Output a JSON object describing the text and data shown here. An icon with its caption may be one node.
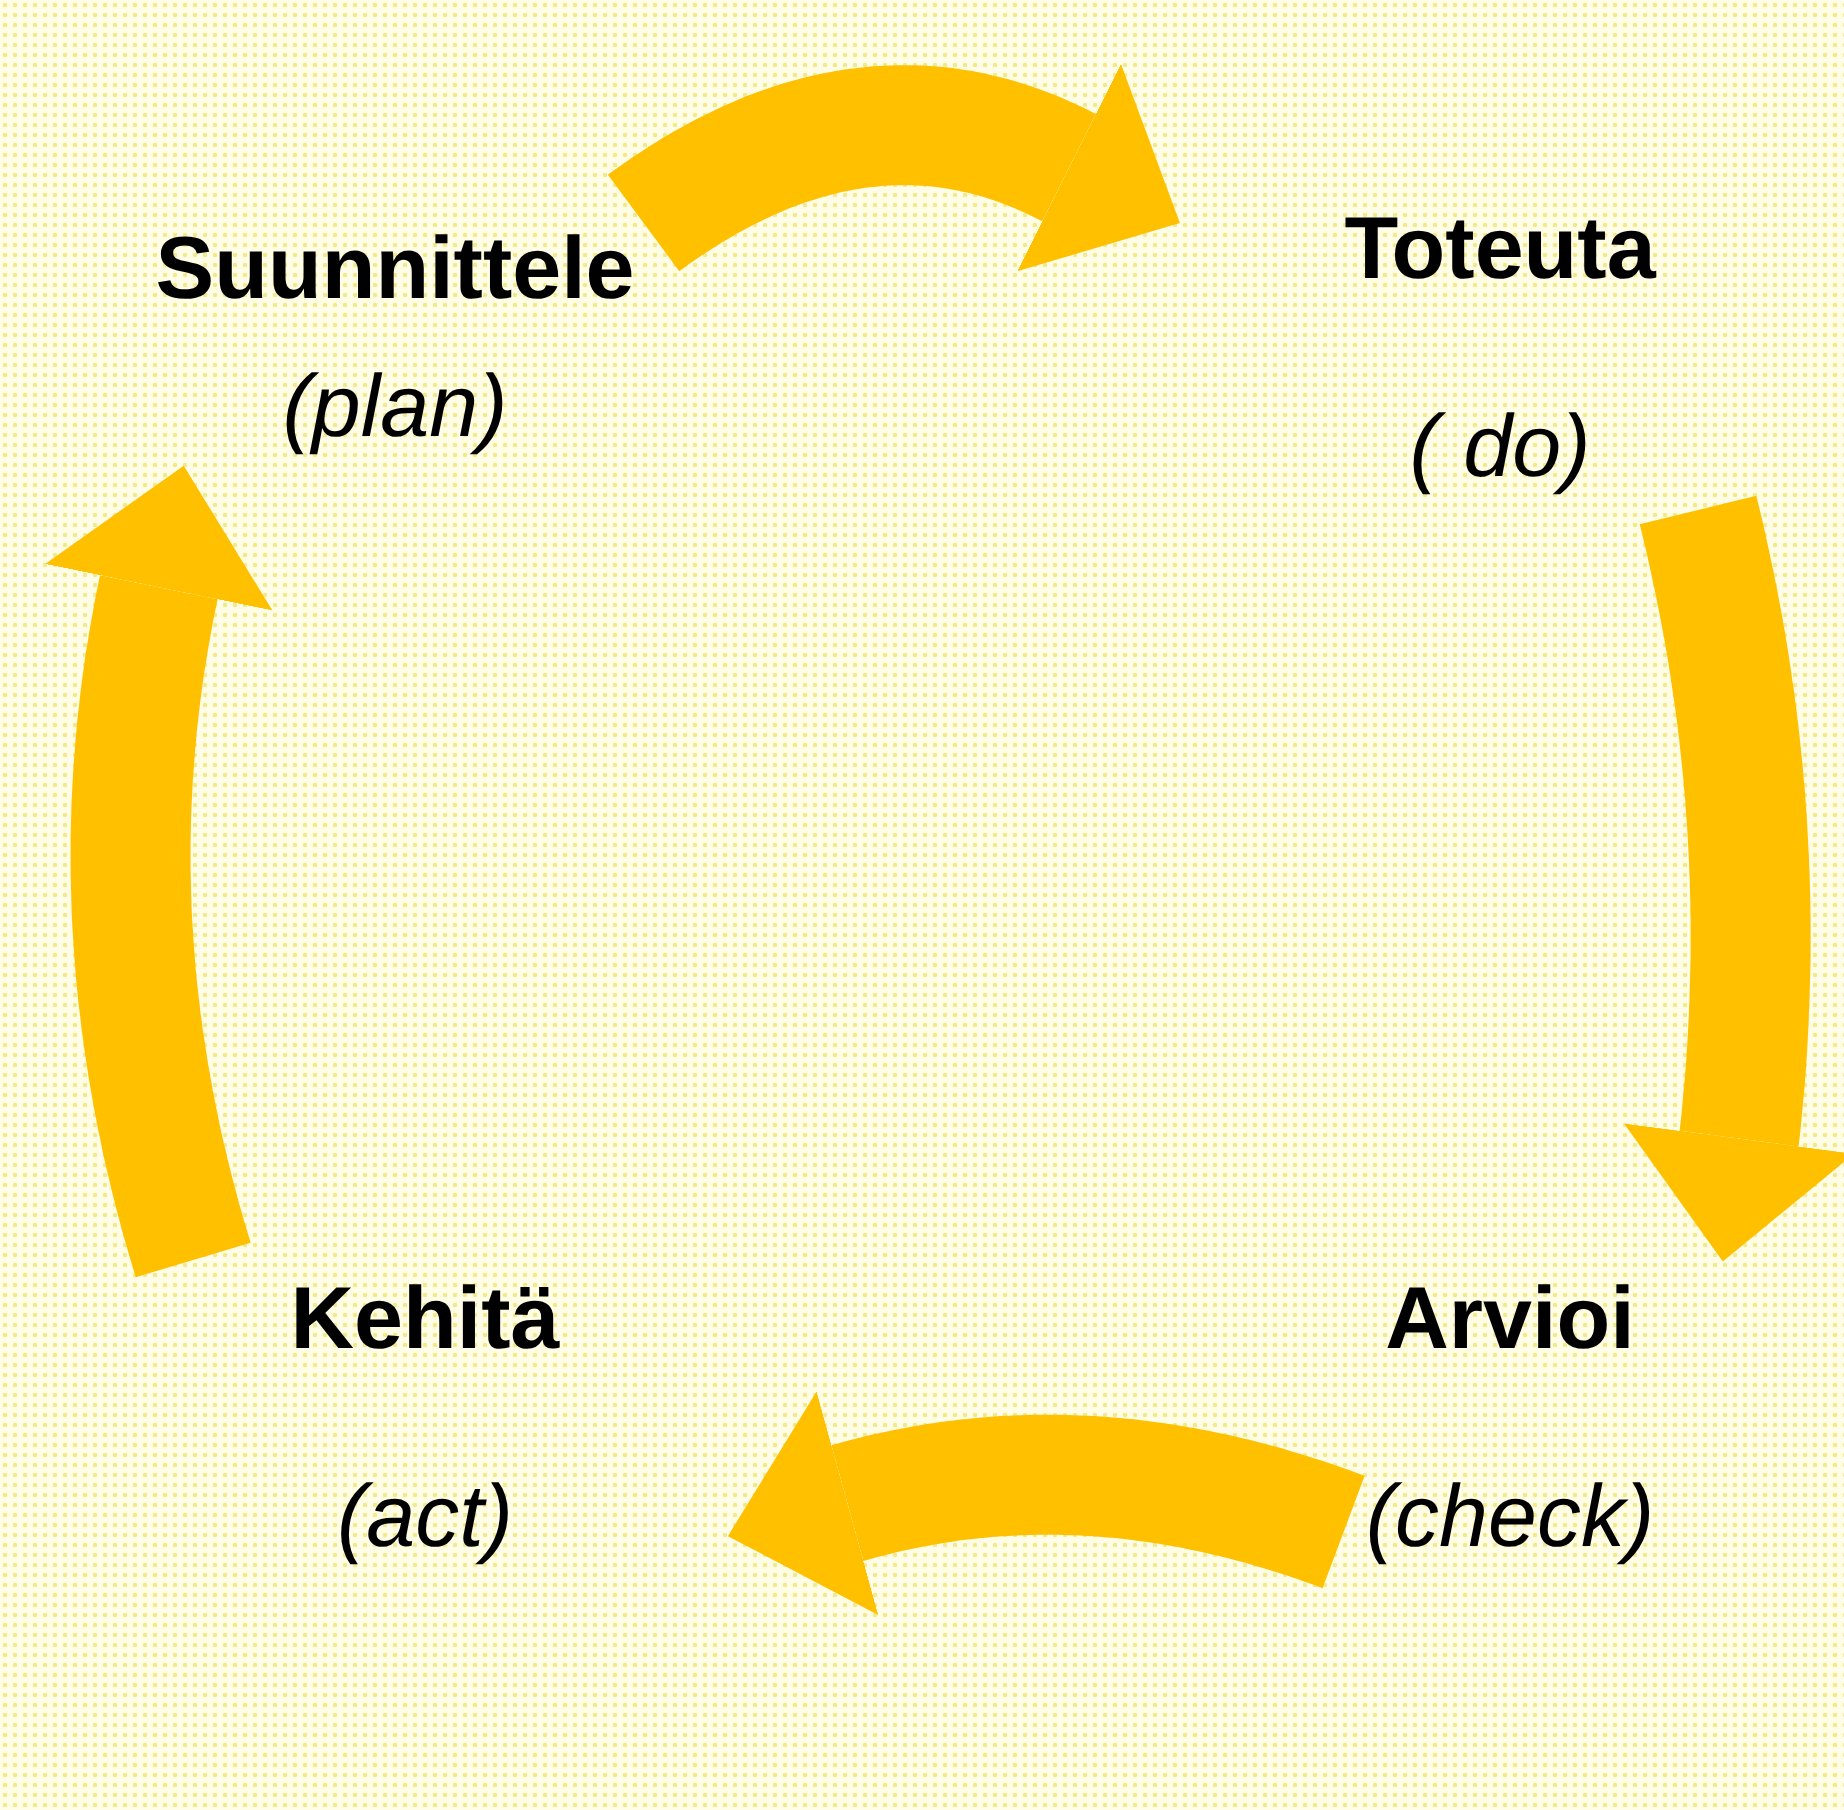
{
  "diagram": {
    "nodes": [
      {
        "text": [
          "Suunnittele",
          "(plan)"
        ]
      },
      {
        "text": [
          "Toteuta",
          "( do)"
        ]
      },
      {
        "text": [
          "Arvioi",
          "(check)"
        ]
      },
      {
        "text": [
          "Kehitä",
          "(act)"
        ]
      }
    ],
    "edges": [
      {
        "from": 0,
        "to": 1,
        "arrow": "to"
      },
      {
        "from": 1,
        "to": 2,
        "arrow": "to"
      },
      {
        "from": 2,
        "to": 3,
        "arrow": "to"
      },
      {
        "from": 3,
        "to": 0,
        "arrow": "to"
      }
    ]
  }
}
